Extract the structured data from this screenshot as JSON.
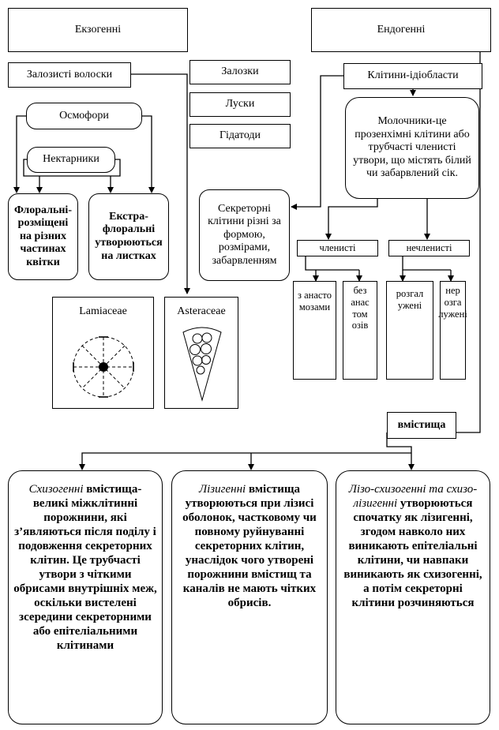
{
  "exogenous": {
    "title": "Екзогенні"
  },
  "endogenous": {
    "title": "Ендогенні"
  },
  "glandular_hairs": "Залозисті волоски",
  "glands": [
    "Залозки",
    "Луски",
    "Гідатоди"
  ],
  "osmophores": "Осмофори",
  "nectaries": "Нектарники",
  "floral": "Флоральні-розміщені на різних частинах квітки",
  "extrafloral": "Екстра-флоральні утворюються на листках",
  "lamiaceae": "Lamiaceae",
  "asteraceae": "Asteraceae",
  "idioblasts": "Клітини-ідіобласти",
  "laticifers": "Молочники-це прозенхімні клітини або трубчасті членисті утвори, що містять білий чи забарвлений сік.",
  "secretory_cells": "Секреторні клітини різні за формою, розмірами, забарвленням",
  "articulated": "членисті",
  "nonarticulated": "нечленисті",
  "with_anastomoses": "з анасто мозами",
  "without_anastomoses": "без анас том озів",
  "branched": "розгал ужені",
  "unbranched": "нер озга лужені",
  "receptacles": "вмістища",
  "schizogenous": {
    "term": "Схизогенні",
    "text": " вмістища-великі міжклітинні порожнини, які з’являються після поділу і подовження секреторних клітин. Це трубчасті утвори з чіткими обрисами внутрішніх меж, оскільки вистелені зсередини секреторними або епітеліальними клітинами"
  },
  "lysigenous": {
    "term": "Лізигенні",
    "text": " вмістища утворюються при лізисі оболонок, частковому чи повному руйнуванні секреторних клітин, унаслідок чого утворені порожнини вмістищ та каналів не мають чітких обрисів."
  },
  "lysoschizogenous": {
    "term": "Лізо-схизогенні та схизо-лізигенні",
    "text": " утворюються спочатку як лізигенні, згодом навколо них виникають епітеліальні клітини, чи навпаки виникають як схизогенні, а потім секреторні клітини розчиняються"
  }
}
